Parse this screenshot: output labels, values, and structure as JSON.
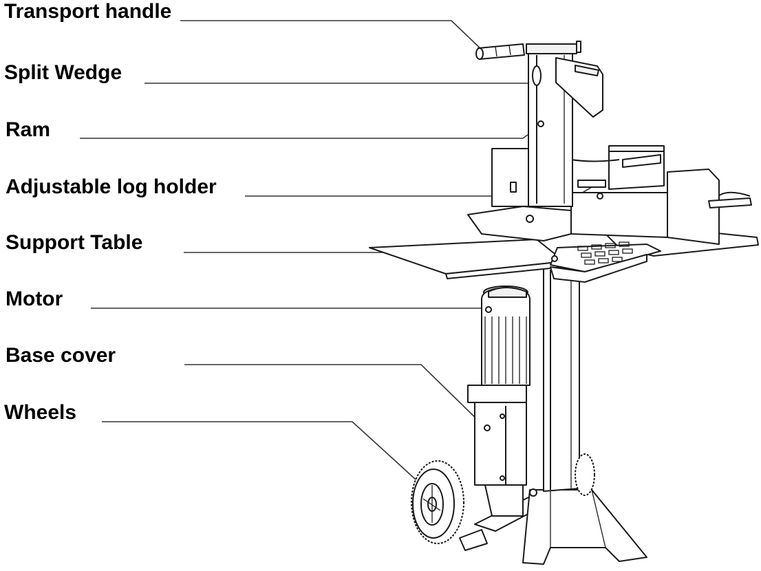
{
  "labels": {
    "transport_handle": "Transport handle",
    "split_wedge": "Split Wedge",
    "ram": "Ram",
    "adjustable_log_holder": "Adjustable log holder",
    "support_table": "Support Table",
    "motor": "Motor",
    "base_cover": "Base cover",
    "wheels": "Wheels"
  }
}
